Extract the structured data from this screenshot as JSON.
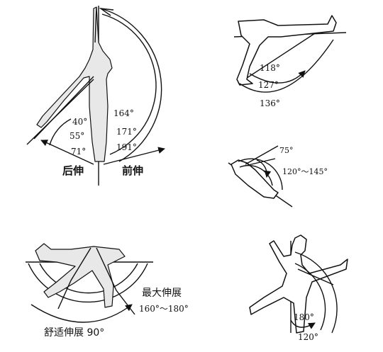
{
  "panels": {
    "top_left": {
      "angles": [
        "40°",
        "55°",
        "71°",
        "164°",
        "171°",
        "191°"
      ],
      "labels": {
        "back": "后伸",
        "front": "前伸"
      }
    },
    "top_right": {
      "angles": [
        "118°",
        "127°",
        "136°"
      ]
    },
    "middle_right": {
      "angles": [
        "75°",
        "120°～145°"
      ]
    },
    "bottom_left": {
      "labels": {
        "max": "最大伸展",
        "max_range": "160°～180°",
        "comfort": "舒适伸展 90°"
      }
    },
    "bottom_right": {
      "angles": [
        "180°",
        "120°"
      ]
    }
  }
}
